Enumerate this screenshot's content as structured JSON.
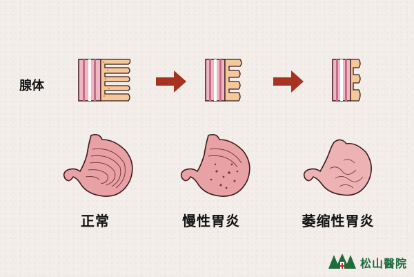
{
  "left_label": "腺体",
  "stages": [
    {
      "name": "正常"
    },
    {
      "name": "慢性胃炎"
    },
    {
      "name": "萎缩性胃炎"
    }
  ],
  "logo": {
    "text": "松山醫院",
    "icon": "pine-trees-cross-icon"
  },
  "colors": {
    "background": "#f4eeeb",
    "stomach_pink": "#e8a1a4",
    "stomach_outline": "#3a1a1a",
    "gland_beige": "#f3c99b",
    "tissue_pink": "#efb7c3",
    "arrow_red": "#a63322",
    "logo_green": "#1f6b3b"
  }
}
